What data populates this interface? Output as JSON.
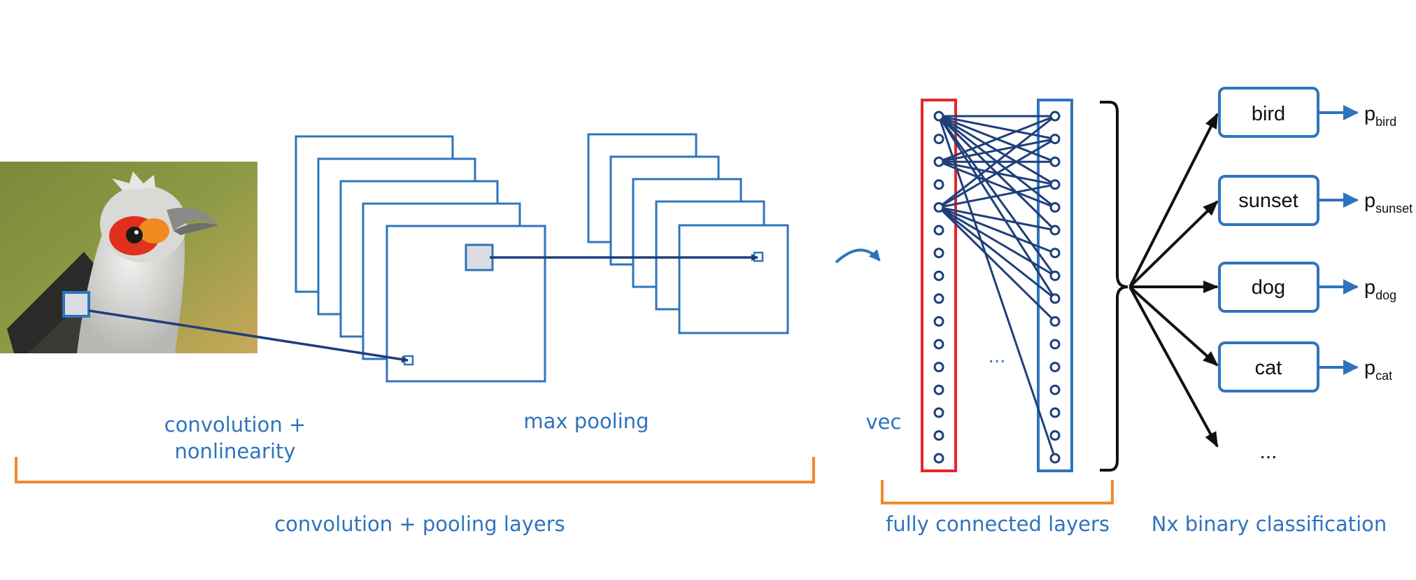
{
  "labels": {
    "convolution_line1": "convolution +",
    "convolution_line2": "nonlinearity",
    "max_pooling": "max pooling",
    "vec": "vec",
    "ellipsis_fc": "...",
    "conv_pool_layers": "convolution + pooling layers",
    "fully_connected_layers": "fully connected layers",
    "binary_classification": "Nx binary classification"
  },
  "classes": [
    {
      "name": "bird",
      "prob": "p",
      "sub": "bird"
    },
    {
      "name": "sunset",
      "prob": "p",
      "sub": "sunset"
    },
    {
      "name": "dog",
      "prob": "p",
      "sub": "dog"
    },
    {
      "name": "cat",
      "prob": "p",
      "sub": "cat"
    }
  ],
  "classes_more": "...",
  "colors": {
    "blue": "#2e74bd",
    "dark_blue": "#1f3f7a",
    "red": "#e8262a",
    "orange": "#ef8a2f",
    "black": "#111111"
  }
}
